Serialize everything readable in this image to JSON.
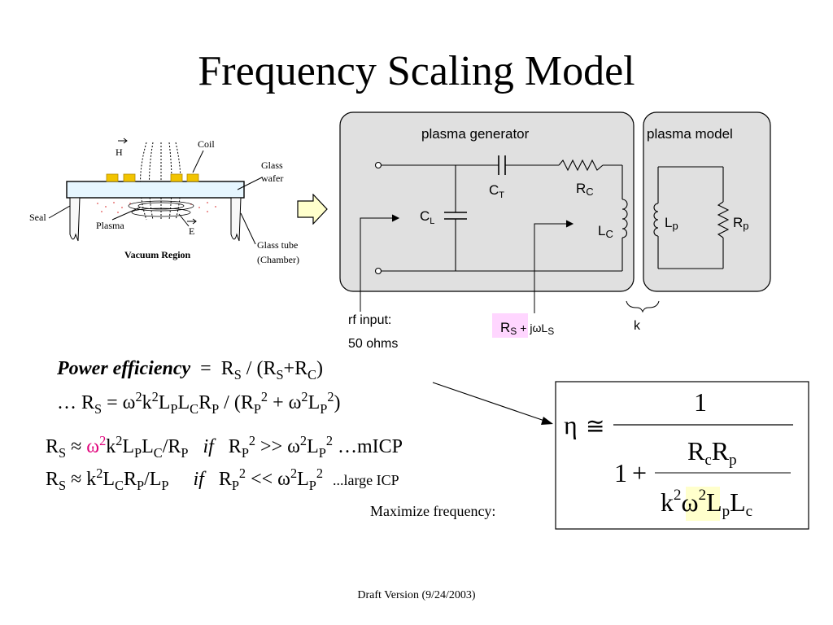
{
  "title": "Frequency Scaling Model",
  "chamber": {
    "labels": {
      "h": "H",
      "coil": "Coil",
      "glass_wafer": "Glass\nwafer",
      "seal": "Seal",
      "plasma": "Plasma",
      "e": "E",
      "glass_tube": "Glass tube\n(Chamber)",
      "vacuum_region": "Vacuum Region"
    }
  },
  "circuit": {
    "generator_label": "plasma generator",
    "model_label": "plasma model",
    "ct": "C",
    "ct_sub": "T",
    "rc": "R",
    "rc_sub": "C",
    "cl": "C",
    "cl_sub": "L",
    "lc": "L",
    "lc_sub": "C",
    "lp": "L",
    "lp_sub": "p",
    "rp": "R",
    "rp_sub": "p",
    "rf_input": "rf input:",
    "rf_ohms": "50 ohms",
    "k": "k",
    "rs_label": {
      "r": "R",
      "r_sub": "S",
      "plus": "+ j",
      "omega": "ω",
      "l": "L",
      "l_sub": "S"
    }
  },
  "equations": {
    "power_efficiency_label": "Power efficiency",
    "line1": "=  R_S / (R_S+R_C)",
    "line2": "… R_S = ω²k²L_PL_CR_P / (R_P² + ω²L_P²)",
    "line3": "R_S ≈ ω²k²L_PL_C/R_P  if  R_P² >> ω²L_P² …mICP",
    "line4": "R_S ≈ k²L_CR_P/L_P  if  R_P² << ω²L_P²",
    "line4_note": "...large ICP",
    "maximize": "Maximize frequency:"
  },
  "formula": {
    "eta": "η",
    "approx": "≅",
    "numerator": "1",
    "one": "1",
    "plus": "+",
    "r": "R",
    "c_sub": "c",
    "p_sub": "p",
    "k": "k",
    "sq": "2",
    "omega": "ω",
    "l": "L"
  },
  "footer": "Draft Version (9/24/2003)",
  "colors": {
    "panel": "#e0e0e0",
    "arrow_fill": "#ffffcc",
    "pink": "#e0007a",
    "highlight": "#ffffcc",
    "rs_highlight": "#ffd6ff"
  }
}
